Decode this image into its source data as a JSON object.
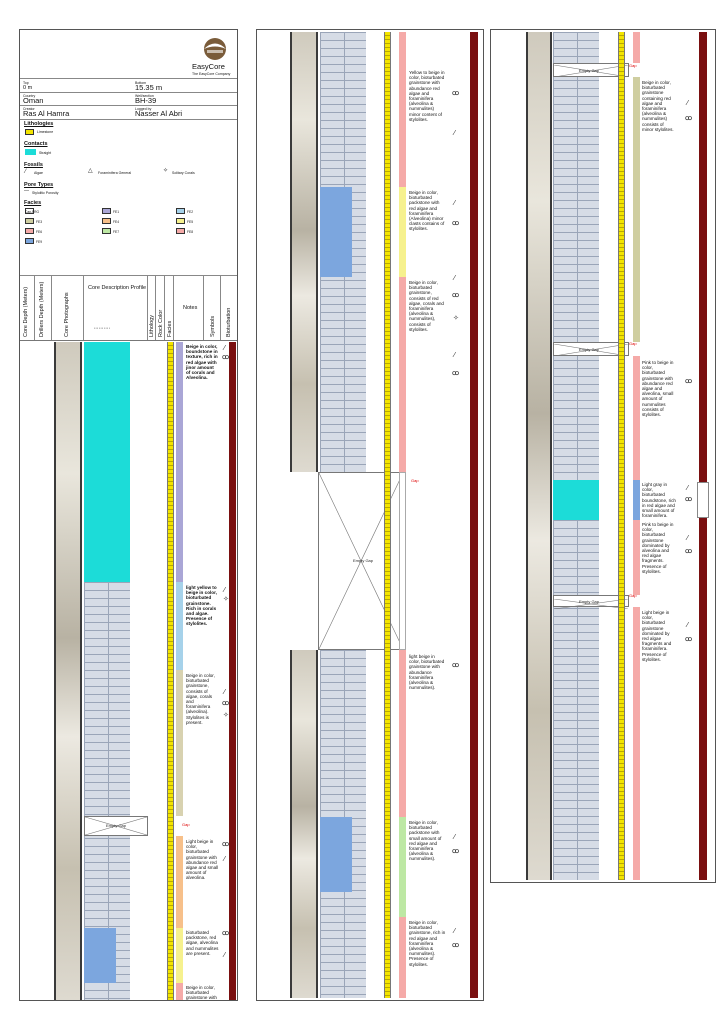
{
  "header": {
    "brand": "EasyCore",
    "brand_sub": "The EasyCore Company",
    "fields": [
      {
        "label": "Top",
        "value": "0 m"
      },
      {
        "label": "Bottom",
        "value": "15.35 m"
      },
      {
        "label": "Country",
        "value": "Oman"
      },
      {
        "label": "Well/section",
        "value": "BH-39"
      },
      {
        "label": "Creator",
        "value": "Ras Al Hamra"
      },
      {
        "label": "Logged by",
        "value": "Nasser Al Abri"
      }
    ],
    "legend": {
      "lithologies_title": "Lithologies",
      "lithologies": [
        "Limestone"
      ],
      "contacts_title": "Contacts",
      "contacts": [
        "Straight"
      ],
      "fossils_title": "Fossils",
      "fossils": [
        "Algae",
        "Foraminifera General",
        "Solitary Corals"
      ],
      "pore_title": "Pore Types",
      "pores": [
        "Stylolitic Porosity"
      ],
      "facies_title": "Facies",
      "facies": [
        "Cap-FRG",
        "FE1",
        "FE2",
        "FE3",
        "FE4",
        "FE5",
        "FE6",
        "FE7",
        "FE8",
        "FE9"
      ]
    },
    "columns": [
      "Core Depth (Meters)",
      "Drillers Depth (Meters)",
      "Core Photographs",
      "Core Description Profile",
      "Lithology",
      "Rock Color",
      "Facies",
      "Notes",
      "Symbols",
      "Bioturbation"
    ]
  },
  "colors": {
    "cyan": "#1cdcd8",
    "blue": "#7ca6de",
    "pink": "#f5aaa8",
    "tan": "#d8d2b0",
    "lavender": "#aaa6d6",
    "lightblue": "#a6d2ea",
    "peach": "#f7c08a",
    "yellow": "#f6f18e",
    "green": "#bde8a4",
    "olive": "#cfcea0",
    "limestone": "#d6dce6",
    "darkred": "#7a0f10",
    "scale": "#f3e400"
  },
  "sheet1": {
    "notes": [
      "Beige in color, boundstone in texture, rich in red algae with jinor amount of corals and Alveolina.",
      "light yellow to beige in color, bioturbated grainstone. Rich in corals and algae. Presence of stylolites.",
      "Beige in color, bioturbated grainstone, consists of algae, corals and foraminifera (alveolina). Stylolites is present.",
      "Light beige in color, bioturbated grainstone with abundance red algae and small amount of alveolina.",
      "bioturbated packstone, red algae, alveolina and nummulites are present.",
      "Beige in color, bioturbated grainstone with abundance red algae and foraminifera"
    ],
    "gap_label": "Empty Gap",
    "gap_tag": "Gap"
  },
  "sheet2": {
    "notes": [
      "Yellow to beige in color, bioturbated grainstone with abundance red algae and foraminifera (alveolina & nummulites) minor content of stylolites.",
      "Beige in color, bioturbated packstone with red algae and foraminifera (Alveolina) minor clasts contains of stylolites.",
      "Beige in color, bioturbated grainstone, consists of red algae, corals and foraminifera (alveolina & nummulites), consists of stylolites.",
      "light beige in color, bioturbated grainstone with abundance foraminifera (alveolina & nummulites).",
      "Beige in color, bioturbated packstone with small amount of red algae and foraminifera (alveolina & nummulites).",
      "Beige in color, bioturbated grainstone, rich in red algae and foraminifera (alveolina & nummulites). Presence of stylolites."
    ],
    "gap_label": "Empty Gap",
    "gap_tag": "Gap"
  },
  "sheet3": {
    "notes": [
      "Beige in color, bioturbated grainstone containing red algae and foraminifera (alveolina & nummulites) consists of minor stylolites.",
      "Pink to beige in color, bioturbated grainstone with abundance red algae and alveolina, small amount of nummulites consists of stylolites.",
      "Light gray in color, bioturbated boundstone, rich in red algae and small amount of foraminifera.",
      "Pink to beige in color, bioturbated grainstone dominated by alveolina and red algae fragments. Presence of stylolites.",
      "Light beige in color, bioturbated grainstone dominated by red algae fragments and foraminifera. Presence of stylolites."
    ],
    "gap_label": "Empty Gap",
    "gap_tag": "Gap"
  }
}
